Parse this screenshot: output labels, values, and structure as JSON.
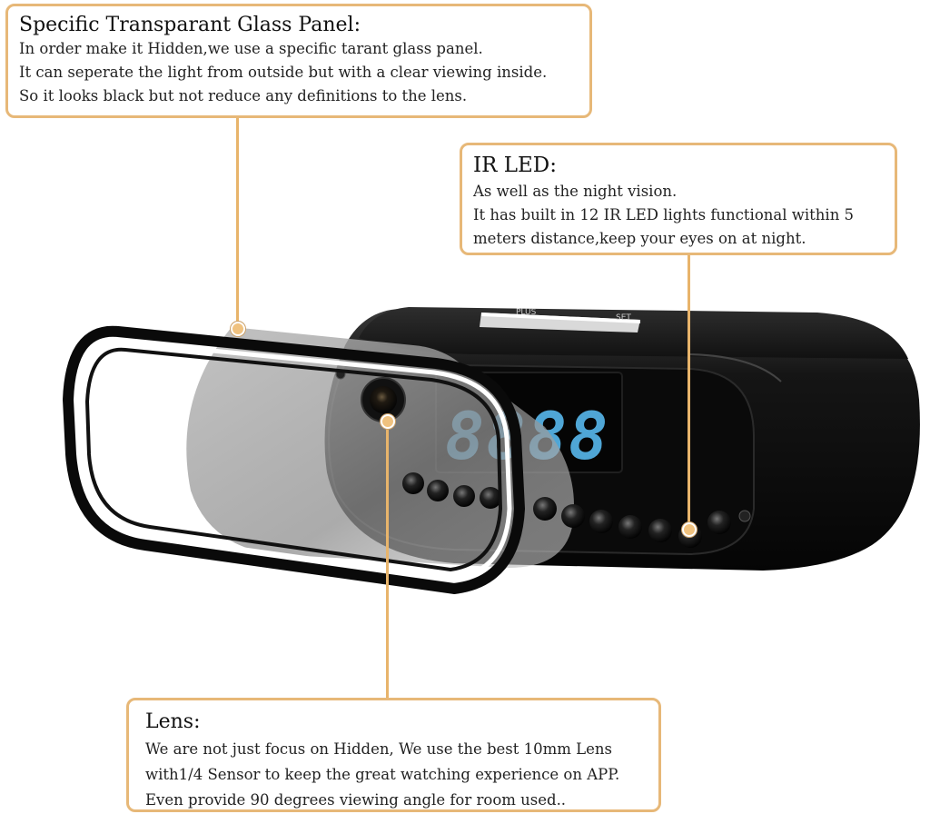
{
  "glass_panel": {
    "title": "Specific Transparant Glass Panel:",
    "lines": [
      "In order make it Hidden,we use a specific tarant glass panel.",
      "It can seperate the light from outside but with a clear viewing inside.",
      "So it looks black but not reduce any definitions to the lens."
    ]
  },
  "ir_led": {
    "title": "IR LED:",
    "lines": [
      "As well as the night vision.",
      "It has built in 12 IR LED lights functional within 5",
      "meters distance,keep your eyes on at night."
    ]
  },
  "lens": {
    "title": "Lens:",
    "lines": [
      "We are not just focus on Hidden, We use the best 10mm Lens",
      "with1/4 Sensor to keep the great watching experience on APP.",
      "Even provide 90 degrees viewing angle for room used.."
    ]
  },
  "device": {
    "button_labels": [
      "PLUS",
      "SET"
    ],
    "display": "8888"
  },
  "colors": {
    "callout_border": "#e7b878",
    "leader_line": "#e8b46b",
    "display_digits": "#4fa6d6"
  }
}
